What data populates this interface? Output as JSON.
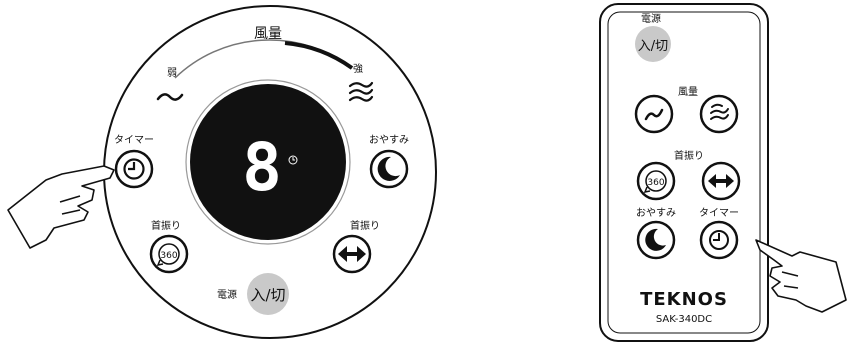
{
  "panel": {
    "airflow_title": "風量",
    "weak_label": "弱",
    "strong_label": "強",
    "timer_label": "タイマー",
    "sleep_label": "おやすみ",
    "swing_label_left": "首振り",
    "swing_label_right": "首振り",
    "power_label": "電源",
    "power_button": "入/切",
    "display_digit": "8",
    "swing_360_text": "360"
  },
  "remote": {
    "power_label": "電源",
    "power_button": "入/切",
    "airflow_label": "風量",
    "swing_label": "首振り",
    "swing_360_text": "360",
    "sleep_label": "おやすみ",
    "timer_label": "タイマー",
    "brand": "TEKNOS",
    "model": "SAK-340DC"
  },
  "colors": {
    "line": "#111111",
    "display_bg": "#111111",
    "power_button_bg": "#c9c9c9",
    "display_digit": "#ffffff"
  }
}
